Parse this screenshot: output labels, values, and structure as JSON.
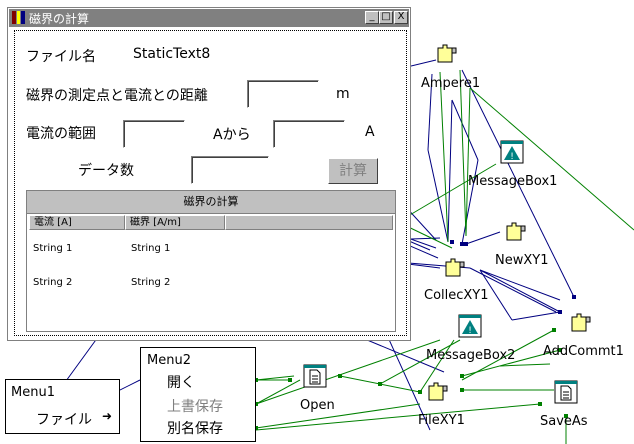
{
  "window": {
    "title": "磁界の計算",
    "buttons": {
      "minimize": "_",
      "maximize": "□",
      "close": "X"
    }
  },
  "form": {
    "file_label": "ファイル名",
    "file_value": "StaticText8",
    "distance_label": "磁界の測定点と電流との距離",
    "distance_unit": "m",
    "range_label": "電流の範囲",
    "range_from": "Aから",
    "range_unit": "A",
    "count_label": "データ数",
    "calc_button": "計算"
  },
  "grid": {
    "title": "磁界の計算",
    "columns": [
      "電流 [A]",
      "磁界 [A/m]"
    ],
    "rows": [
      [
        "String 1",
        "String 1"
      ],
      [
        "String 2",
        "String 2"
      ]
    ]
  },
  "menu1": {
    "title": "Menu1",
    "item": "ファイル",
    "arrow": "➜"
  },
  "menu2": {
    "title": "Menu2",
    "items": [
      "開く",
      "上書保存",
      "別名保存"
    ]
  },
  "components": [
    {
      "name": "Ampere1",
      "icon": "puzzle-icon"
    },
    {
      "name": "MessageBox1",
      "icon": "warning-icon"
    },
    {
      "name": "NewXY1",
      "icon": "puzzle-icon"
    },
    {
      "name": "CollecXY1",
      "icon": "puzzle-icon"
    },
    {
      "name": "MessageBox2",
      "icon": "warning-icon"
    },
    {
      "name": "AddCommt1",
      "icon": "puzzle-icon"
    },
    {
      "name": "Open",
      "icon": "document-icon"
    },
    {
      "name": "FileXY1",
      "icon": "puzzle-icon"
    },
    {
      "name": "SaveAs",
      "icon": "document-icon"
    }
  ],
  "colors": {
    "titlebar": "#808080",
    "wire_blue": "#000080",
    "wire_green": "#008000",
    "puzzle": "#ffff99",
    "warning": "#008080"
  }
}
